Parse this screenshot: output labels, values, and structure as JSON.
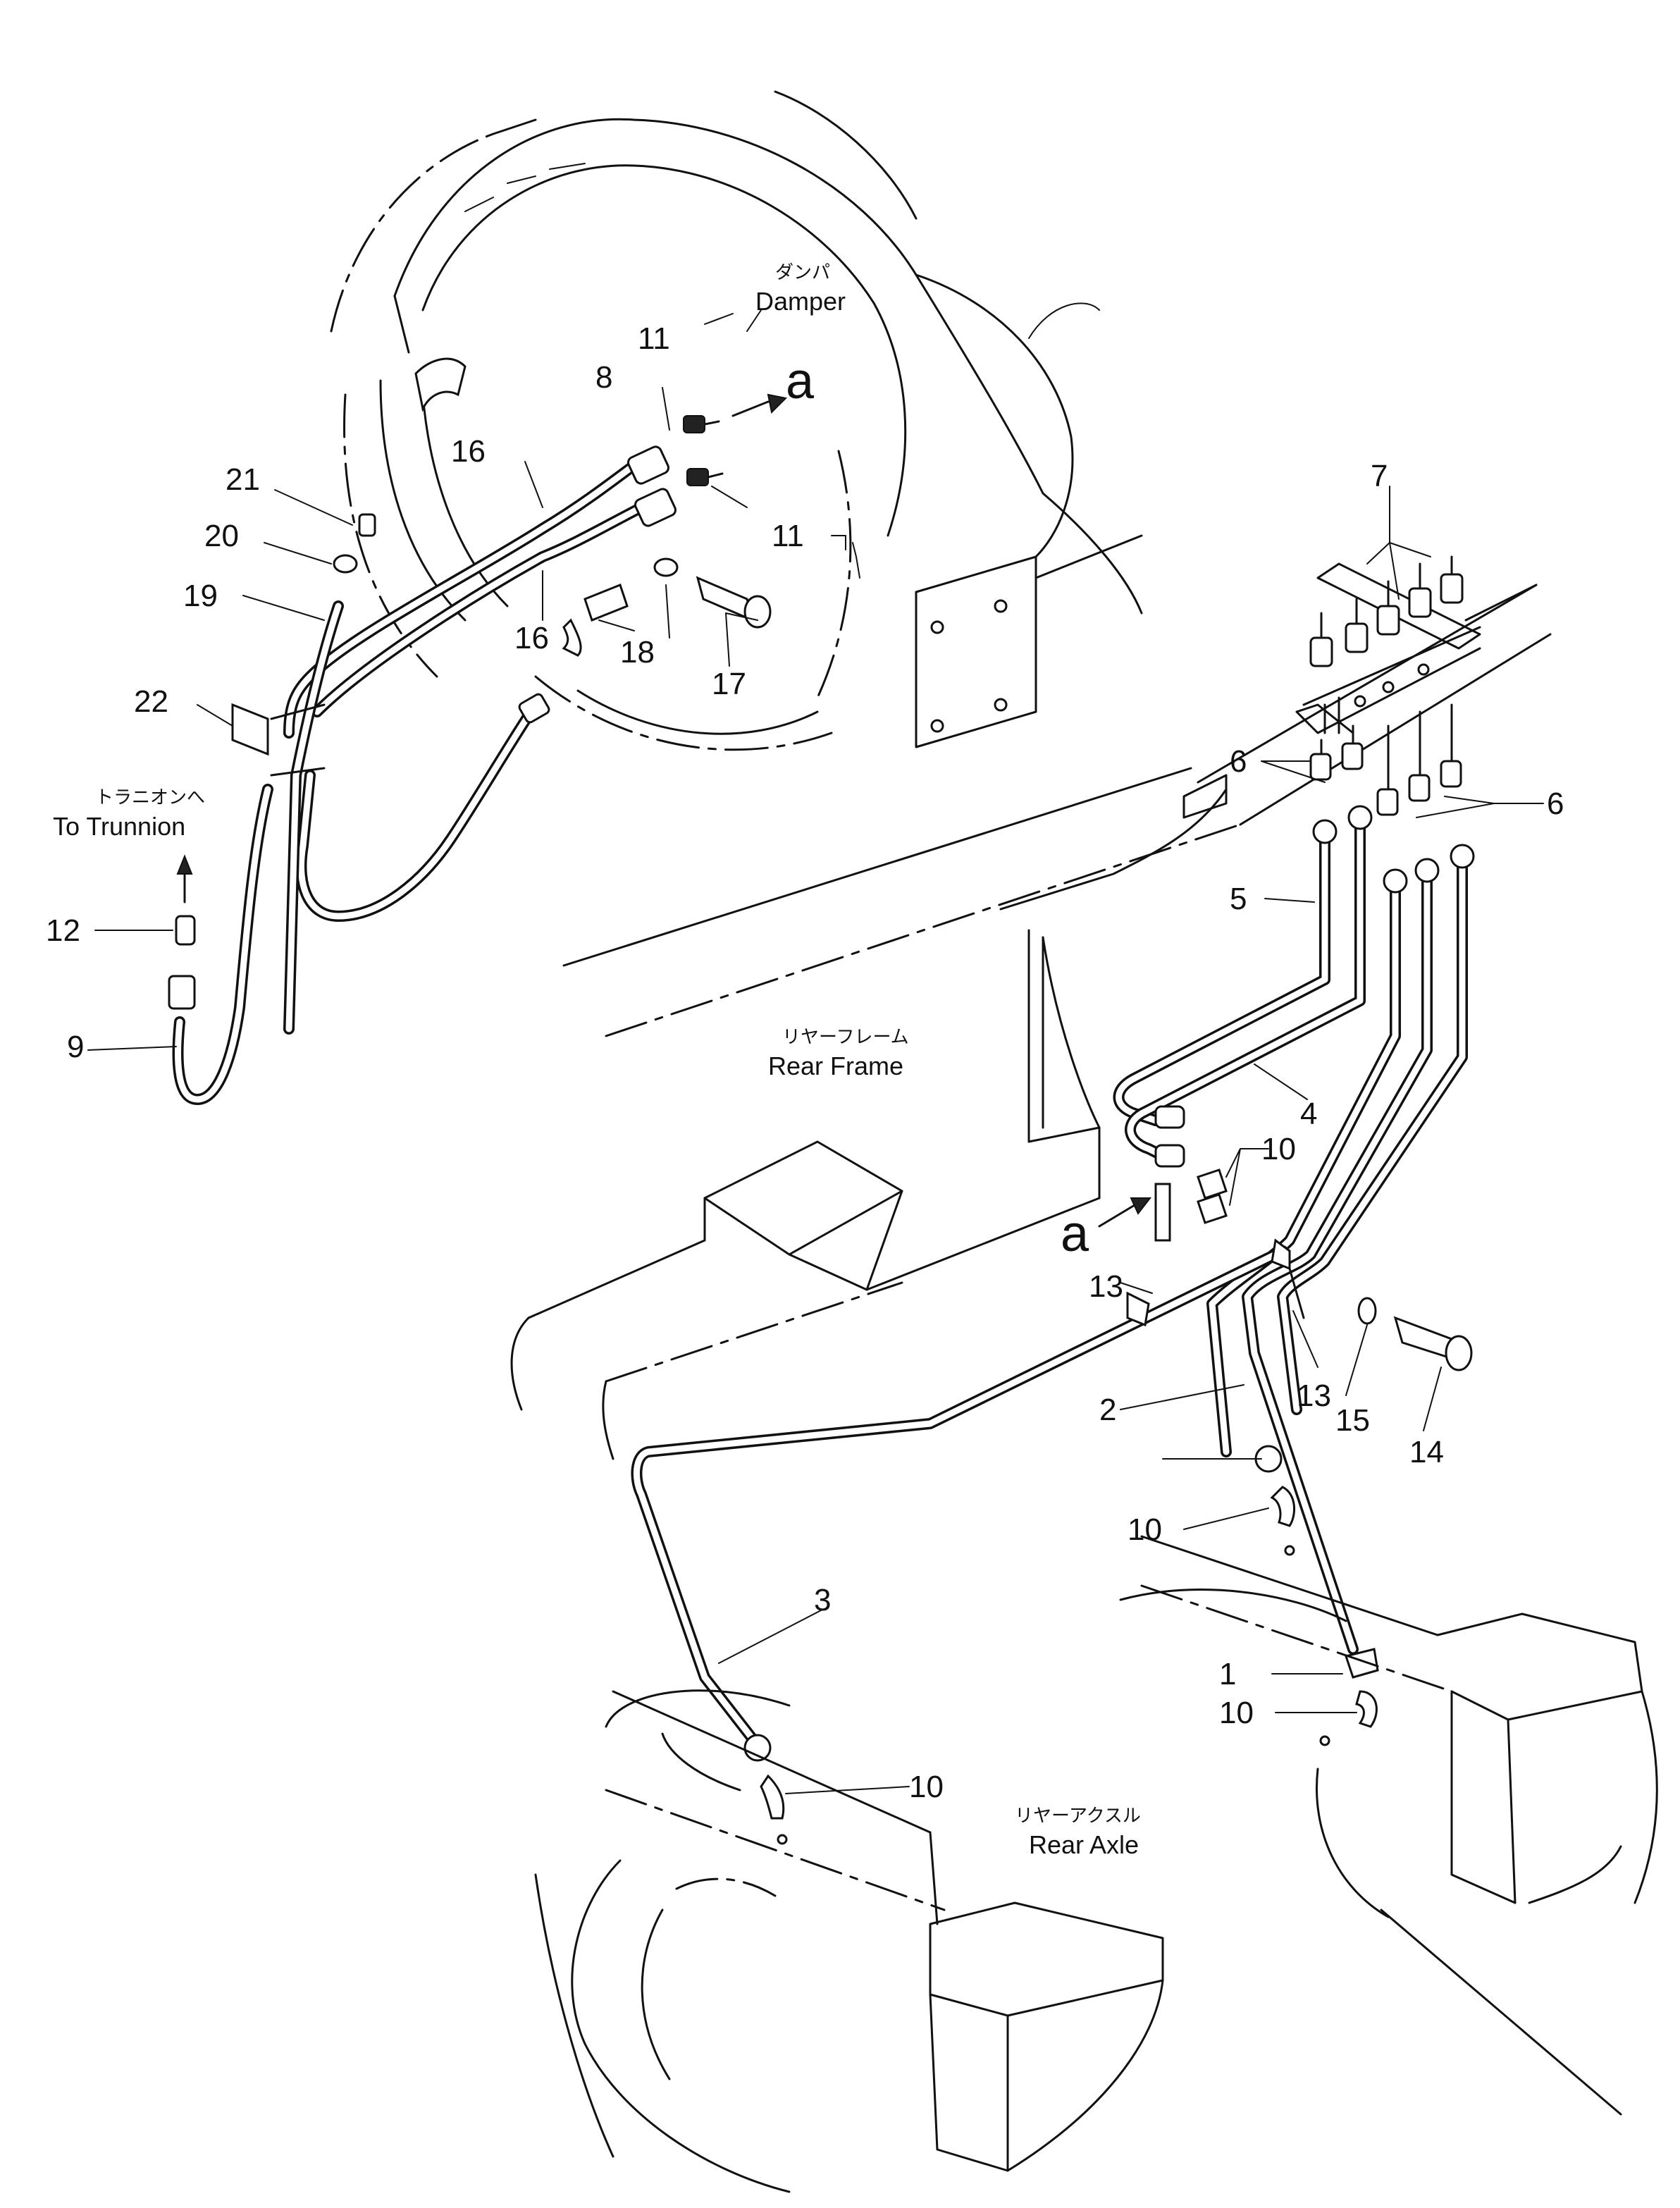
{
  "labels": {
    "damper_jp": "ダンパ",
    "damper_en": "Damper",
    "trunnion_jp": "トラニオンへ",
    "trunnion_en": "To Trunnion",
    "rear_frame_jp": "リヤーフレーム",
    "rear_frame_en": "Rear Frame",
    "rear_axle_jp": "リヤーアクスル",
    "rear_axle_en": "Rear Axle",
    "view_ref": "a"
  },
  "callouts": {
    "c1": "1",
    "c2": "2",
    "c3": "3",
    "c4": "4",
    "c5": "5",
    "c6": "6",
    "c7": "7",
    "c8": "8",
    "c9": "9",
    "c10": "10",
    "c11": "11",
    "c12": "12",
    "c13": "13",
    "c14": "14",
    "c15": "15",
    "c16": "16",
    "c17": "17",
    "c18": "18",
    "c19": "19",
    "c20": "20",
    "c21": "21",
    "c22": "22"
  }
}
